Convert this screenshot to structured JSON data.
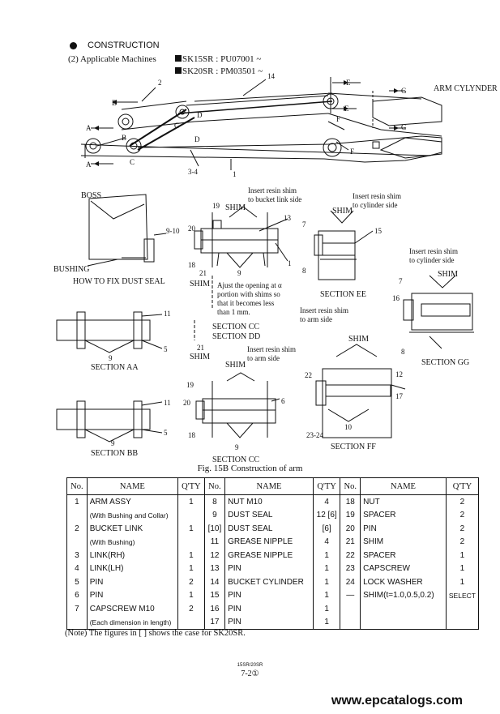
{
  "header": {
    "section_title": "CONSTRUCTION",
    "applicable_label": "(2)  Applicable Machines",
    "machine_1": "SK15SR : PU07001 ~",
    "machine_2": "SK20SR : PM03501 ~"
  },
  "figure": {
    "caption": "Fig. 15B  Construction of arm",
    "labels": {
      "arm_cylynder": "ARM CYLYNDER",
      "boss": "BOSS",
      "bushing": "BUSHING",
      "how_to_fix": "HOW TO FIX DUST SEAL",
      "shim": "SHIM",
      "insert_bucket_1": "Insert resin shim",
      "insert_bucket_2": "to bucket link side",
      "insert_cyl_1": "Insert resin shim",
      "insert_cyl_2": "to cylinder side",
      "insert_cyl_gg_1": "Insert resin shim",
      "insert_cyl_gg_2": "to cylinder side",
      "insert_arm_1": "Insert resin shim",
      "insert_arm_2": "to arm side",
      "insert_arm_cc_1": "Insert resin shim",
      "insert_arm_cc_2": "to arm side",
      "adjust_1": "Ajust the opening at α",
      "adjust_2": "portion with shims so",
      "adjust_3": "that it becomes less",
      "adjust_4": "than 1 mm.",
      "section_cc_dd_1": "SECTION CC",
      "section_cc_dd_2": "SECTION DD",
      "section_ee": "SECTION EE",
      "section_gg": "SECTION GG",
      "section_aa": "SECTION AA",
      "section_bb": "SECTION BB",
      "section_cc": "SECTION CC",
      "section_ff": "SECTION FF"
    }
  },
  "table": {
    "headers": [
      "No.",
      "NAME",
      "Q'TY",
      "No.",
      "NAME",
      "Q'TY",
      "No.",
      "NAME",
      "Q'TY"
    ],
    "rows": [
      [
        "1",
        "ARM ASSY",
        "1",
        "8",
        "NUT M10",
        "4",
        "18",
        "NUT",
        "2"
      ],
      [
        "",
        "(With Bushing and Collar)",
        "",
        "9",
        "DUST SEAL",
        "12 [6]",
        "19",
        "SPACER",
        "2"
      ],
      [
        "2",
        "BUCKET LINK",
        "1",
        "[10]",
        "DUST SEAL",
        "[6]",
        "20",
        "PIN",
        "2"
      ],
      [
        "",
        "(With Bushing)",
        "",
        "11",
        "GREASE NIPPLE",
        "4",
        "21",
        "SHIM",
        "2"
      ],
      [
        "3",
        "LINK(RH)",
        "1",
        "12",
        "GREASE NIPPLE",
        "1",
        "22",
        "SPACER",
        "1"
      ],
      [
        "4",
        "LINK(LH)",
        "1",
        "13",
        "PIN",
        "1",
        "23",
        "CAPSCREW",
        "1"
      ],
      [
        "5",
        "PIN",
        "2",
        "14",
        "BUCKET CYLINDER",
        "1",
        "24",
        "LOCK WASHER",
        "1"
      ],
      [
        "6",
        "PIN",
        "1",
        "15",
        "PIN",
        "1",
        "—",
        "SHIM(t=1.0,0.5,0.2)",
        "SELECT"
      ],
      [
        "7",
        "CAPSCREW M10",
        "2",
        "16",
        "PIN",
        "1",
        "",
        "",
        ""
      ],
      [
        "",
        "(Each dimension in length)",
        "",
        "17",
        "PIN",
        "1",
        "",
        "",
        ""
      ]
    ]
  },
  "note": "(Note) The figures in [ ] shows the case for SK20SR.",
  "footer": {
    "model": "15SR/20SR",
    "page": "7-2①"
  },
  "watermark": "www.epcatalogs.com"
}
